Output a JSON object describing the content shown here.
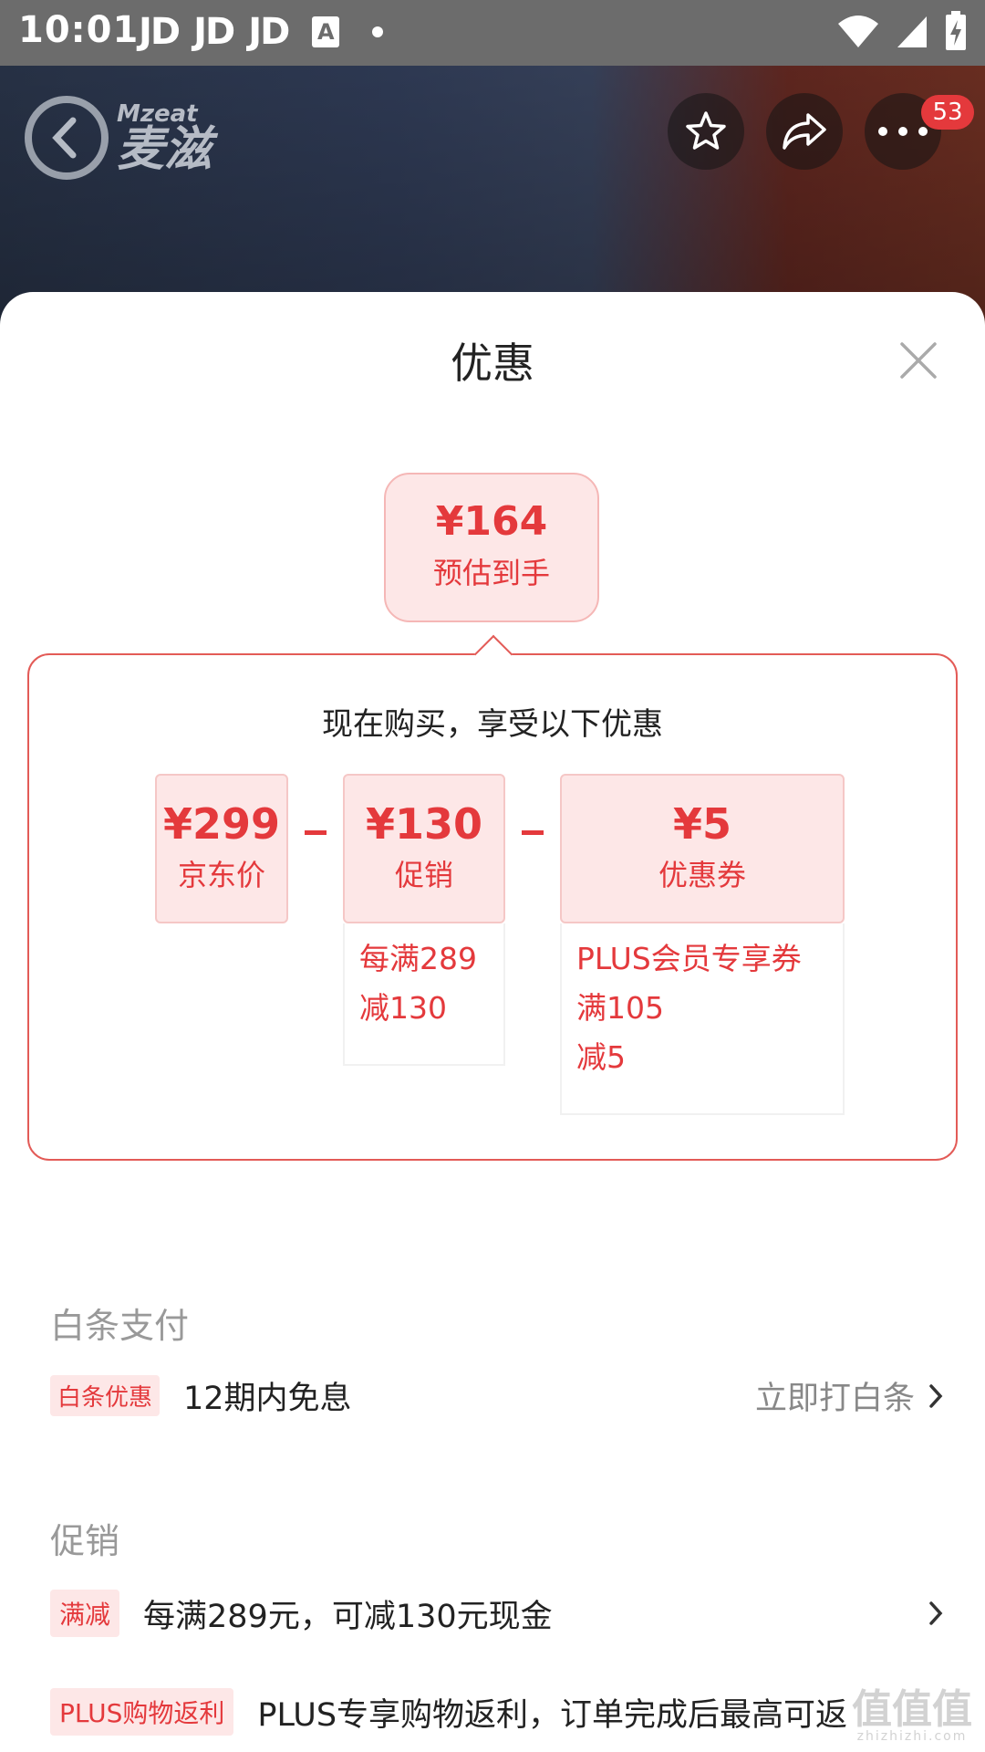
{
  "status_bar": {
    "time": "10:01",
    "apps": [
      "JD",
      "JD",
      "JD"
    ],
    "a_icon": "A"
  },
  "header": {
    "logo_en": "Mzeat",
    "logo_cn": "麦滋",
    "cart_badge": "53"
  },
  "sheet": {
    "title": "优惠",
    "estimate": {
      "price": "¥164",
      "label": "预估到手"
    },
    "box_title": "现在购买，享受以下优惠",
    "cards": [
      {
        "value": "¥299",
        "label": "京东价"
      },
      {
        "value": "¥130",
        "label": "促销",
        "detail": [
          "每满289",
          "减130"
        ]
      },
      {
        "value": "¥5",
        "label": "优惠券",
        "detail": [
          "PLUS会员专享券",
          "满105",
          "减5"
        ]
      }
    ]
  },
  "baitiao": {
    "heading": "白条支付",
    "tag": "白条优惠",
    "text": "12期内免息",
    "link": "立即打白条"
  },
  "promotion": {
    "heading": "促销",
    "items": [
      {
        "tag": "满减",
        "text": "每满289元，可减130元现金"
      },
      {
        "tag": "PLUS购物返利",
        "text": "PLUS专享购物返利，订单完成后最高可返"
      }
    ]
  },
  "watermark": {
    "main": "值值值",
    "sub": "zhizhizhi.com"
  },
  "colors": {
    "accent": "#e4393c",
    "accent_light": "#fde7e7"
  }
}
